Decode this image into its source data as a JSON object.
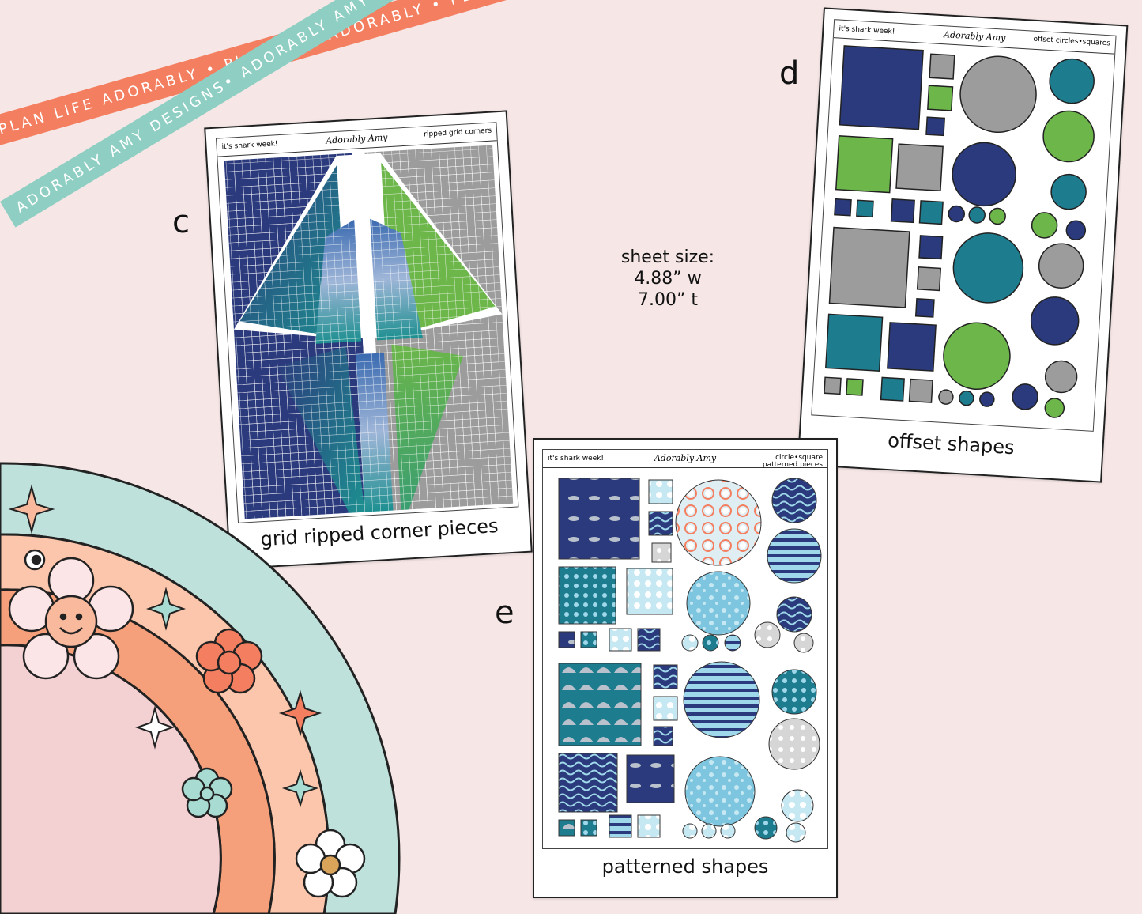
{
  "ribbons": {
    "orange": "PLAN LIFE ADORABLY • PLAN LIFE ADORABLY • PLAN LIFE ADORABLY",
    "teal": "ADORABLY AMY DESIGNS• ADORABLY AMY DESIGNS• ADORABLY AMY DESIGNS"
  },
  "sheet_size": {
    "label": "sheet size:",
    "width": "4.88” w",
    "height": "7.00” t"
  },
  "products": [
    {
      "letter": "c",
      "caption": "grid ripped corner pieces",
      "header_left": "it's shark week!",
      "header_right": "ripped grid corners",
      "logo": "Adorably Amy"
    },
    {
      "letter": "d",
      "caption": "offset shapes",
      "header_left": "it's shark week!",
      "header_right": "offset circles•squares",
      "logo": "Adorably Amy"
    },
    {
      "letter": "e",
      "caption": "patterned shapes",
      "header_left": "it's shark week!",
      "header_right_1": "circle•square",
      "header_right_2": "patterned pieces",
      "logo": "Adorably Amy"
    }
  ],
  "colors": {
    "navy": "#2b3a7c",
    "teal": "#1d7d8f",
    "green": "#6cb64a",
    "gray": "#9c9c9c",
    "light_blue": "#9fd8ea",
    "orange": "#f47f60",
    "mint": "#8fcfc3",
    "background": "#f6e6e6"
  },
  "decor_icons": [
    "flower-icon",
    "smiley-flower-icon",
    "sparkle-star-icon",
    "eye-icon",
    "rainbow"
  ]
}
